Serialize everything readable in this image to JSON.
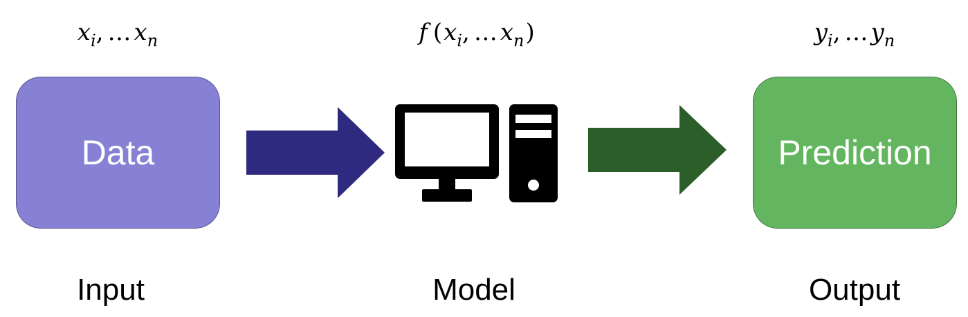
{
  "colors": {
    "data_box": "#8781d6",
    "input_arrow": "#2e2a80",
    "computer_icon": "#000000",
    "output_arrow": "#2c5e2a",
    "prediction_box": "#63b65f",
    "box_text": "#ffffff"
  },
  "math": {
    "input": {
      "var": "x",
      "sub_start": "i",
      "sep": ",",
      "ellipsis": "…",
      "var_end": "x",
      "sub_end": "n"
    },
    "model": {
      "func": "f",
      "open": "(",
      "var": "x",
      "sub_start": "i",
      "sep": ",",
      "ellipsis": "…",
      "var_end": "x",
      "sub_end": "n",
      "close": ")"
    },
    "output": {
      "var": "y",
      "sub_start": "i",
      "sep": ",",
      "ellipsis": "…",
      "var_end": "y",
      "sub_end": "n"
    }
  },
  "boxes": {
    "data": "Data",
    "prediction": "Prediction"
  },
  "icons": {
    "model": "computer-icon",
    "input_arrow": "arrow-right-icon",
    "output_arrow": "arrow-right-icon"
  },
  "captions": {
    "input": "Input",
    "model": "Model",
    "output": "Output"
  }
}
